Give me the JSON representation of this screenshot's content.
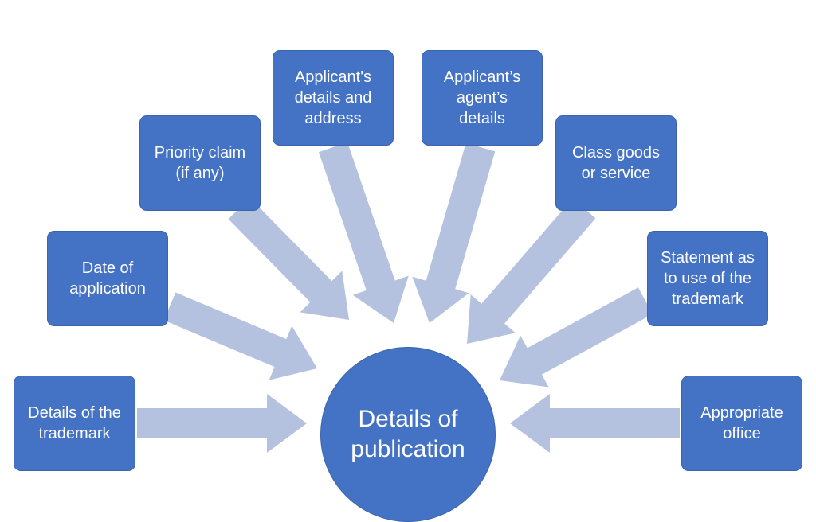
{
  "diagram": {
    "center": {
      "label": "Details of\npublication"
    },
    "boxes": [
      {
        "id": "details-of-trademark",
        "label": "Details of the\ntrademark"
      },
      {
        "id": "date-of-application",
        "label": "Date of\napplication"
      },
      {
        "id": "priority-claim",
        "label": "Priority claim\n(if any)"
      },
      {
        "id": "applicant-details",
        "label": "Applicant's\ndetails and\naddress"
      },
      {
        "id": "agent-details",
        "label": "Applicant’s\nagent’s\ndetails"
      },
      {
        "id": "class-goods",
        "label": "Class  goods\nor service"
      },
      {
        "id": "statement-of-use",
        "label": "Statement as\nto use of the\ntrademark"
      },
      {
        "id": "appropriate-office",
        "label": "Appropriate\noffice"
      }
    ],
    "colors": {
      "box": "#4472c4",
      "arrow": "#b4c2e0",
      "text": "#ffffff"
    }
  }
}
